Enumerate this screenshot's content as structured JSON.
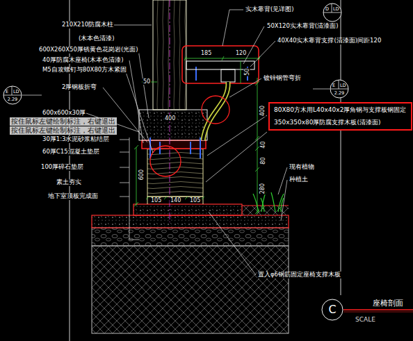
{
  "diagram": {
    "title": "座椅剖面",
    "nodes": [
      {
        "text": [
          "D",
          "LD"
        ]
      },
      {
        "text": [
          "E",
          "LD",
          "2.29"
        ]
      },
      {
        "text": [
          "E",
          "LD",
          "2.29"
        ]
      },
      {
        "text": [
          "80X80方木用L40x40x2厚角钢与支撑板钢固定",
          "350x350x80厚防腐支撑木板(清漆面)"
        ]
      },
      {
        "text": [
          "C"
        ]
      }
    ],
    "labels": [
      "210X210防腐木柱",
      "(木本色清漆)",
      "600X260X50厚锈黄色花岗岩(光面)",
      "40厚防腐木座椅(木本色清漆)",
      "M5自攻螺钉与80X80方木紧固",
      "2厚钢板折弯",
      "600x600x30厚",
      "按住鼠标左键绘制标注，右键退出",
      "按住鼠标左键绘制标注，右键退出",
      "30厚1:3水泥砂浆粘结层",
      "60厚C15混凝土垫层",
      "100厚碎石垫层",
      "素土夯实",
      "地下室顶板完成面",
      "实木靠背(见详图)",
      "50X120实木靠背(清漆面)",
      "40X40实木靠背支撑(清漆面)间距120",
      "镀锌钢管弯折",
      "现有植物",
      "种植土",
      "置入φ6钢筋固定座椅支撑木板",
      "SCALE",
      "185",
      "120",
      "50",
      "50",
      "400",
      "400",
      "40",
      "80",
      "280",
      "600",
      "105",
      "140",
      "105"
    ]
  }
}
